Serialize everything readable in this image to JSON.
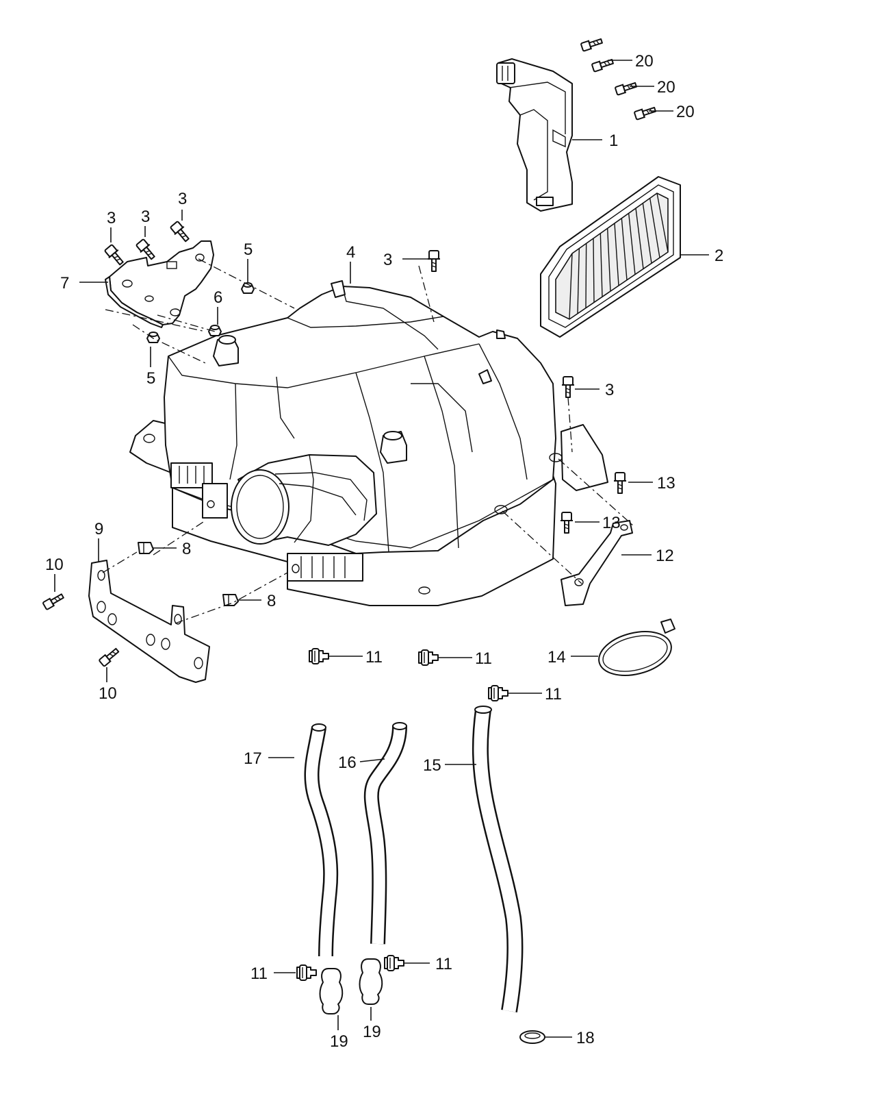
{
  "labels": [
    {
      "key": "c20a",
      "text": "20"
    },
    {
      "key": "c20b",
      "text": "20"
    },
    {
      "key": "c20c",
      "text": "20"
    },
    {
      "key": "c1",
      "text": "1"
    },
    {
      "key": "c2",
      "text": "2"
    },
    {
      "key": "c3a",
      "text": "3"
    },
    {
      "key": "c3b",
      "text": "3"
    },
    {
      "key": "c3c",
      "text": "3"
    },
    {
      "key": "c3d",
      "text": "3"
    },
    {
      "key": "c3e",
      "text": "3"
    },
    {
      "key": "c4",
      "text": "4"
    },
    {
      "key": "c5a",
      "text": "5"
    },
    {
      "key": "c5b",
      "text": "5"
    },
    {
      "key": "c6",
      "text": "6"
    },
    {
      "key": "c7",
      "text": "7"
    },
    {
      "key": "c8a",
      "text": "8"
    },
    {
      "key": "c8b",
      "text": "8"
    },
    {
      "key": "c9",
      "text": "9"
    },
    {
      "key": "c10a",
      "text": "10"
    },
    {
      "key": "c10b",
      "text": "10"
    },
    {
      "key": "c11a",
      "text": "11"
    },
    {
      "key": "c11b",
      "text": "11"
    },
    {
      "key": "c11c",
      "text": "11"
    },
    {
      "key": "c11d",
      "text": "11"
    },
    {
      "key": "c11e",
      "text": "11"
    },
    {
      "key": "c12",
      "text": "12"
    },
    {
      "key": "c13a",
      "text": "13"
    },
    {
      "key": "c13b",
      "text": "13"
    },
    {
      "key": "c14",
      "text": "14"
    },
    {
      "key": "c15",
      "text": "15"
    },
    {
      "key": "c16",
      "text": "16"
    },
    {
      "key": "c17",
      "text": "17"
    },
    {
      "key": "c18",
      "text": "18"
    },
    {
      "key": "c19a",
      "text": "19"
    },
    {
      "key": "c19b",
      "text": "19"
    }
  ]
}
